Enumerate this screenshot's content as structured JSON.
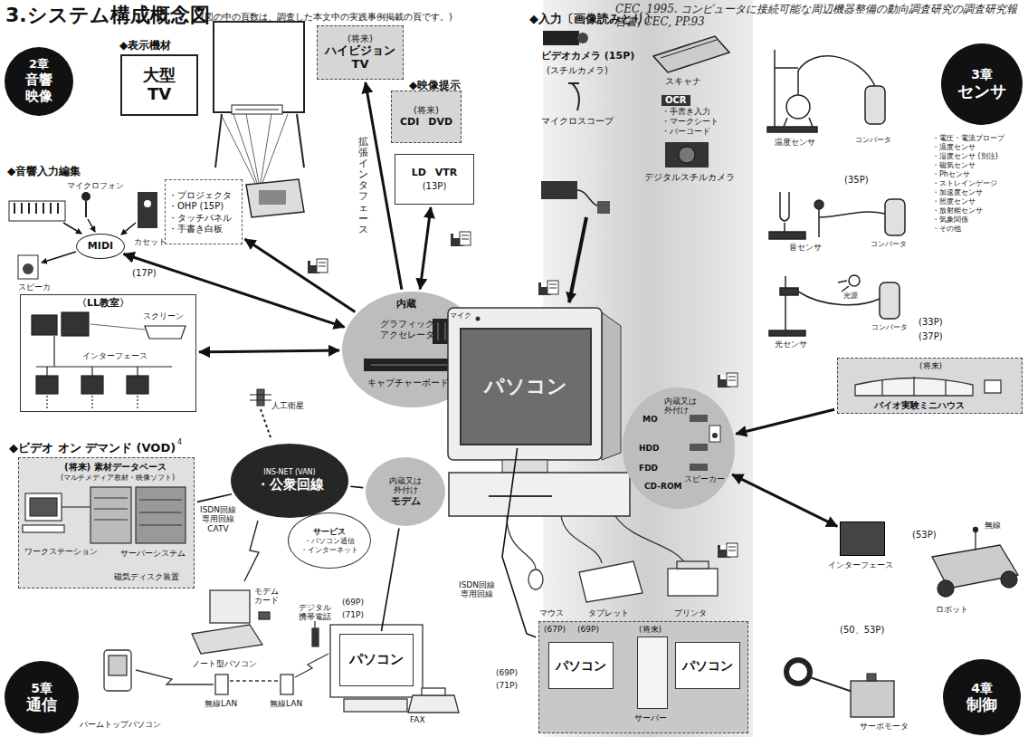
{
  "diagram": {
    "title": "3.システム構成概念図",
    "nodes": [
      {
        "text": [
          "2章",
          "音響",
          "映像"
        ]
      },
      {
        "text": [
          "大型 TV"
        ]
      },
      {
        "text": [
          "・プロジェクタ",
          "・OHP (15P)",
          "・タッチパネル",
          "・手書き白板"
        ]
      },
      {
        "text": [
          "(将来)",
          "ハイビジョン TV"
        ]
      },
      {
        "text": [
          "(将来)",
          "CDI",
          "DVD"
        ]
      },
      {
        "text": [
          "LD",
          "VTR",
          "(13P)"
        ]
      },
      {
        "text": [
          "MIDI"
        ]
      },
      {
        "text": [
          "〈LL教室〉",
          "スクリーン",
          "インターフェース"
        ]
      },
      {
        "text": [
          "内蔵",
          "グラフィック アクセレータ",
          "キャプチャーボード"
        ]
      },
      {
        "text": [
          "パソコン"
        ]
      },
      {
        "text": [
          "内蔵又は 外付け",
          "MO",
          "HDD",
          "FDD",
          "CD-ROM",
          "スピーカー"
        ]
      },
      {
        "text": [
          "内蔵又は 外付け",
          "モデム"
        ]
      },
      {
        "text": [
          "INS-NET (VAN)",
          "・公衆回線"
        ]
      },
      {
        "text": [
          "サービス",
          "・パソコン通信",
          "・インターネット"
        ]
      },
      {
        "text": [
          "(将来) 素材データベース",
          "(マルチメディア教材・映像ソフト)",
          "ワークステーション",
          "サーバーシステム",
          "磁気ディスク装置"
        ]
      },
      {
        "text": [
          "OCR",
          "・手書き入力",
          "・マークシート",
          "・バーコード"
        ]
      },
      {
        "text": [
          "3章",
          "センサ"
        ]
      },
      {
        "text": [
          "(将来)",
          "バイオ実験ミニハウス"
        ]
      },
      {
        "text": [
          "インターフェース"
        ]
      },
      {
        "text": [
          "5章",
          "通信"
        ]
      },
      {
        "text": [
          "パソコン"
        ]
      },
      {
        "text": [
          "(67P)",
          "(69P)",
          "(将来)"
        ]
      },
      {
        "text": [
          "パソコン"
        ],
        "in": 21
      },
      {
        "text": [
          "サーバー"
        ],
        "in": 21
      },
      {
        "text": [
          "パソコン"
        ],
        "in": 21
      },
      {
        "text": [
          "4章",
          "制御"
        ]
      }
    ],
    "edges": [
      {
        "from": 6,
        "to": 8,
        "arrow": "both"
      },
      {
        "from": 7,
        "to": 8,
        "arrow": "both"
      },
      {
        "from": 8,
        "to": 2,
        "arrow": "to"
      },
      {
        "from": 8,
        "to": 3,
        "label": "拡張インタフェース",
        "arrow": "to"
      },
      {
        "from": 5,
        "to": 8,
        "arrow": "both"
      },
      {
        "from": 12,
        "to": 14,
        "label": "ISDN回線 専用回線 CATV",
        "arrow": "none"
      },
      {
        "from": 12,
        "to": 11,
        "arrow": "none"
      },
      {
        "from": 11,
        "to": 20,
        "arrow": "none"
      },
      {
        "from": 9,
        "to": 21,
        "label": "ISDN回線 専用回線",
        "arrow": "none"
      },
      {
        "from": 17,
        "to": 10,
        "arrow": "to"
      },
      {
        "from": 10,
        "to": 18,
        "arrow": "both"
      }
    ],
    "labels": [
      "(図の中の頁数は、調査した本文中の実践事例掲載の頁です。)",
      "CEC, 1995. コンピュータに接続可能な周辺機器整備の動向調査研究の調査研究報告書, CEC, PP.93",
      "◆表示機材",
      "◆映像提示",
      "◆入力〔画像読みとり〕",
      "ビデオカメラ (15P)",
      "(スチルカメラ)",
      "スキャナ",
      "マイクロスコープ",
      "デジタルスチルカメラ",
      "◆音響入力編集",
      "マイクロフォン",
      "カセット",
      "スピーカ",
      "(17P)",
      "人工衛星",
      "マイク",
      "◆ビデオ オン デマンド (VOD)",
      "4",
      "モデム カード",
      "デジタル 携帯電話",
      "ノート型パソコン",
      "パームトップパソコン",
      "無線LAN",
      "無線LAN",
      "(69P)",
      "(71P)",
      "FAX",
      "(69P)",
      "(71P)",
      "マウス",
      "タブレット",
      "プリンタ",
      "温度センサ",
      "コンバータ",
      "・電圧・電流プローブ",
      "・温度センサ",
      "・湿度センサ (別注)",
      "・磁気センサ",
      "・Phセンサ",
      "・ストレインゲージ",
      "・加速度センサ",
      "・照度センサ",
      "・放射能センサ",
      "・気象関係",
      "・その他",
      "(35P)",
      "音センサ",
      "コンバータ",
      "光センサ",
      "光源",
      "コンバータ",
      "(33P)",
      "(37P)",
      "(53P)",
      "無線",
      "ロボット",
      "(50、53P)",
      "サーボモータ"
    ]
  }
}
